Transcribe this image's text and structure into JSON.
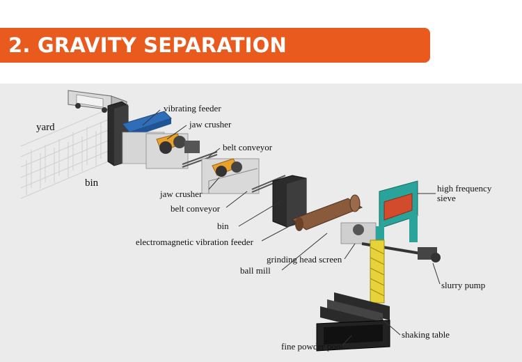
{
  "title": "2. GRAVITY SEPARATION TECHNOLOGY",
  "colors": {
    "banner": "#e85a1d",
    "diagram_bg": "#ebebeb",
    "feeder_blue": "#2f6db8",
    "crusher_orange": "#e8a12a",
    "sieve_teal": "#2aa39a",
    "mill_brown": "#8a5a3c",
    "spiral_yellow": "#e8d23a"
  },
  "labels": {
    "yard": "yard",
    "bin_1": "bin",
    "vibrating_feeder": "vibrating feeder",
    "jaw_crusher_1": "jaw crusher",
    "belt_conveyor_1": "belt conveyor",
    "jaw_crusher_2": "jaw crusher",
    "belt_conveyor_2": "belt conveyor",
    "bin_2": "bin",
    "electromagnetic_vibration_feeder": "electromagnetic vibration feeder",
    "grinding_head_screen": "grinding head screen",
    "ball_mill": "ball mill",
    "high_frequency_sieve_line1": "high frequency",
    "high_frequency_sieve_line2": "sieve",
    "slurry_pump": "slurry pump",
    "shaking_table": "shaking table",
    "fine_powder_pool": "fine powder pool"
  }
}
